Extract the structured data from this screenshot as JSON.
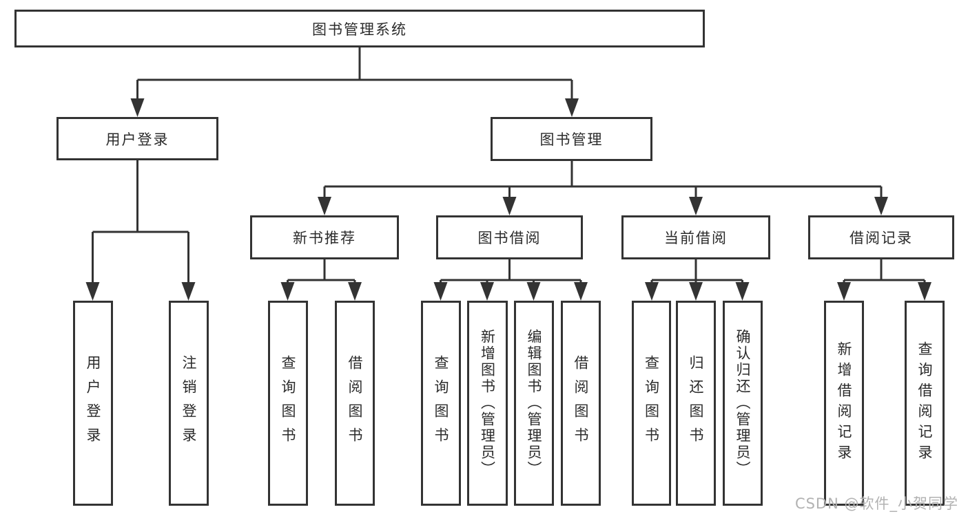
{
  "tree": {
    "root": "图书管理系统",
    "children": [
      {
        "label": "用户登录",
        "children": [
          "用户登录",
          "注销登录"
        ]
      },
      {
        "label": "图书管理",
        "children": [
          {
            "label": "新书推荐",
            "children": [
              "查询图书",
              "借阅图书"
            ]
          },
          {
            "label": "图书借阅",
            "children": [
              "查询图书",
              "新增图书（管理员）",
              "编辑图书（管理员）",
              "借阅图书"
            ]
          },
          {
            "label": "当前借阅",
            "children": [
              "查询图书",
              "归还图书",
              "确认归还（管理员）"
            ]
          },
          {
            "label": "借阅记录",
            "children": [
              "新增借阅记录",
              "查询借阅记录"
            ]
          }
        ]
      }
    ]
  },
  "watermark": "CSDN @软件_小贺同学",
  "colors": {
    "line": "#333333",
    "box_background": "#ffffff",
    "text": "#2b2b2b",
    "watermark": "#b2b2b2"
  }
}
